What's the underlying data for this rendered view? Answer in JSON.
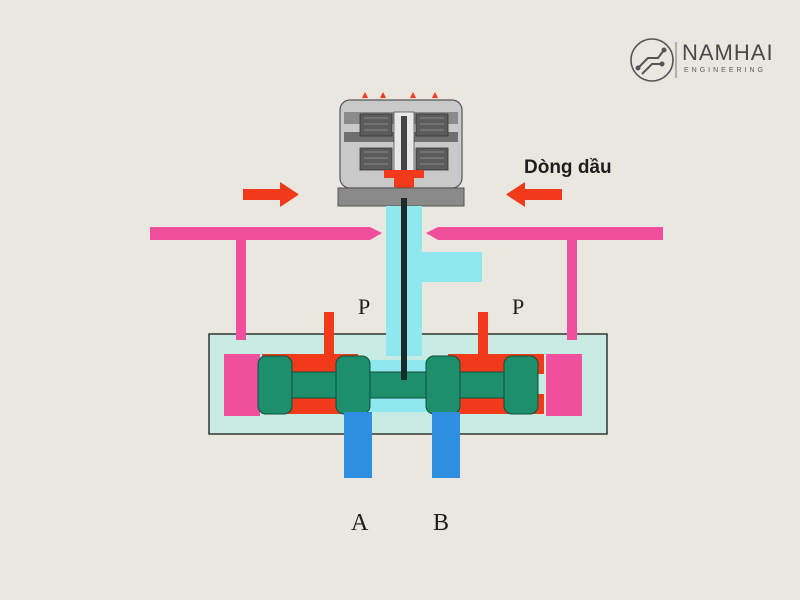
{
  "brand": {
    "name": "NAMHAI",
    "tagline": "ENGINEERING"
  },
  "diagram": {
    "flow_label": "Dòng dầu",
    "port_p_left": "P",
    "port_p_right": "P",
    "port_a": "A",
    "port_b": "B"
  },
  "colors": {
    "background": "#eae7e0",
    "pilot_pink": "#ef4f9c",
    "pressure_cyan": "#8fe8ee",
    "body_fill": "#c8ebe4",
    "spool_green": "#1d8f6d",
    "red_oil": "#f03a1a",
    "port_blue": "#2e8fe0",
    "arrow_red": "#f03a1a"
  },
  "icons": {
    "logo": "circuit-gear-logo-icon",
    "arrow_left": "arrow-right-icon",
    "arrow_right": "arrow-left-icon"
  }
}
